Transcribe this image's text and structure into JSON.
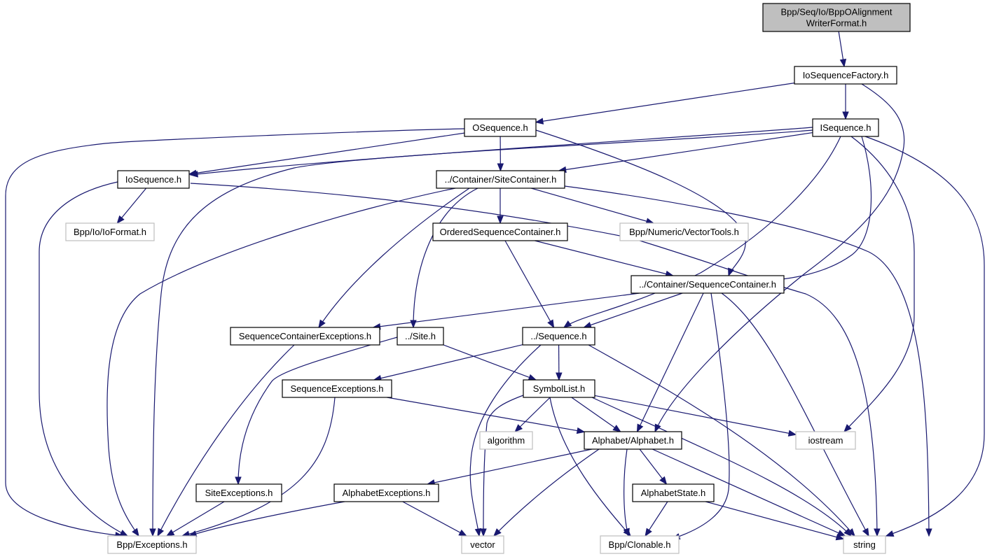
{
  "diagram": {
    "type": "include-dependency-graph",
    "colors": {
      "edge": "#191970",
      "root_fill": "#bfbfbf",
      "local_border": "#000000",
      "external_border": "#bfbfbf"
    },
    "nodes": [
      {
        "id": "root",
        "lines": [
          "Bpp/Seq/Io/BppOAlignment",
          "WriterFormat.h"
        ],
        "kind": "root"
      },
      {
        "id": "iosequencefactory",
        "lines": [
          "IoSequenceFactory.h"
        ],
        "kind": "local"
      },
      {
        "id": "osequence",
        "lines": [
          "OSequence.h"
        ],
        "kind": "local"
      },
      {
        "id": "isequence",
        "lines": [
          "ISequence.h"
        ],
        "kind": "local"
      },
      {
        "id": "iosequence",
        "lines": [
          "IoSequence.h"
        ],
        "kind": "local"
      },
      {
        "id": "sitecontainer",
        "lines": [
          "../Container/SiteContainer.h"
        ],
        "kind": "local"
      },
      {
        "id": "ioformat",
        "lines": [
          "Bpp/Io/IoFormat.h"
        ],
        "kind": "external"
      },
      {
        "id": "orderedsequencecontainer",
        "lines": [
          "OrderedSequenceContainer.h"
        ],
        "kind": "local"
      },
      {
        "id": "vectortools",
        "lines": [
          "Bpp/Numeric/VectorTools.h"
        ],
        "kind": "external"
      },
      {
        "id": "sequencecontainer",
        "lines": [
          "../Container/SequenceContainer.h"
        ],
        "kind": "local"
      },
      {
        "id": "sequencecontainerexceptions",
        "lines": [
          "SequenceContainerExceptions.h"
        ],
        "kind": "local"
      },
      {
        "id": "site",
        "lines": [
          "../Site.h"
        ],
        "kind": "local"
      },
      {
        "id": "sequence",
        "lines": [
          "../Sequence.h"
        ],
        "kind": "local"
      },
      {
        "id": "sequenceexceptions",
        "lines": [
          "SequenceExceptions.h"
        ],
        "kind": "local"
      },
      {
        "id": "symbollist",
        "lines": [
          "SymbolList.h"
        ],
        "kind": "local"
      },
      {
        "id": "algorithm",
        "lines": [
          "algorithm"
        ],
        "kind": "external"
      },
      {
        "id": "alphabet",
        "lines": [
          "Alphabet/Alphabet.h"
        ],
        "kind": "local"
      },
      {
        "id": "iostream",
        "lines": [
          "iostream"
        ],
        "kind": "external"
      },
      {
        "id": "siteexceptions",
        "lines": [
          "SiteExceptions.h"
        ],
        "kind": "local"
      },
      {
        "id": "alphabetexceptions",
        "lines": [
          "AlphabetExceptions.h"
        ],
        "kind": "local"
      },
      {
        "id": "alphabetstate",
        "lines": [
          "AlphabetState.h"
        ],
        "kind": "local"
      },
      {
        "id": "exceptions",
        "lines": [
          "Bpp/Exceptions.h"
        ],
        "kind": "external"
      },
      {
        "id": "vector",
        "lines": [
          "vector"
        ],
        "kind": "external"
      },
      {
        "id": "clonable",
        "lines": [
          "Bpp/Clonable.h"
        ],
        "kind": "external"
      },
      {
        "id": "string",
        "lines": [
          "string"
        ],
        "kind": "external"
      }
    ],
    "edges": [
      [
        "root",
        "iosequencefactory"
      ],
      [
        "iosequencefactory",
        "osequence"
      ],
      [
        "iosequencefactory",
        "isequence"
      ],
      [
        "iosequencefactory",
        "alphabet"
      ],
      [
        "osequence",
        "iosequence"
      ],
      [
        "osequence",
        "sitecontainer"
      ],
      [
        "osequence",
        "sequencecontainer"
      ],
      [
        "osequence",
        "exceptions"
      ],
      [
        "isequence",
        "iosequence"
      ],
      [
        "isequence",
        "sitecontainer"
      ],
      [
        "isequence",
        "sequencecontainer"
      ],
      [
        "isequence",
        "sequence"
      ],
      [
        "isequence",
        "exceptions"
      ],
      [
        "isequence",
        "iostream"
      ],
      [
        "isequence",
        "string"
      ],
      [
        "iosequence",
        "ioformat"
      ],
      [
        "iosequence",
        "exceptions"
      ],
      [
        "iosequence",
        "string"
      ],
      [
        "sitecontainer",
        "orderedsequencecontainer"
      ],
      [
        "sitecontainer",
        "vectortools"
      ],
      [
        "sitecontainer",
        "sequencecontainerexceptions"
      ],
      [
        "sitecontainer",
        "site"
      ],
      [
        "sitecontainer",
        "exceptions"
      ],
      [
        "sitecontainer",
        "string"
      ],
      [
        "orderedsequencecontainer",
        "sequencecontainer"
      ],
      [
        "orderedsequencecontainer",
        "sequence"
      ],
      [
        "sequencecontainer",
        "sequencecontainerexceptions"
      ],
      [
        "sequencecontainer",
        "sequence"
      ],
      [
        "sequencecontainer",
        "alphabet"
      ],
      [
        "sequencecontainer",
        "clonable"
      ],
      [
        "sequencecontainer",
        "string"
      ],
      [
        "sequencecontainerexceptions",
        "exceptions"
      ],
      [
        "site",
        "symbollist"
      ],
      [
        "site",
        "siteexceptions"
      ],
      [
        "sequence",
        "sequenceexceptions"
      ],
      [
        "sequence",
        "symbollist"
      ],
      [
        "sequence",
        "vector"
      ],
      [
        "sequence",
        "string"
      ],
      [
        "sequenceexceptions",
        "alphabet"
      ],
      [
        "sequenceexceptions",
        "exceptions"
      ],
      [
        "symbollist",
        "algorithm"
      ],
      [
        "symbollist",
        "alphabet"
      ],
      [
        "symbollist",
        "iostream"
      ],
      [
        "symbollist",
        "vector"
      ],
      [
        "symbollist",
        "clonable"
      ],
      [
        "symbollist",
        "string"
      ],
      [
        "alphabet",
        "alphabetexceptions"
      ],
      [
        "alphabet",
        "alphabetstate"
      ],
      [
        "alphabet",
        "vector"
      ],
      [
        "alphabet",
        "clonable"
      ],
      [
        "alphabet",
        "string"
      ],
      [
        "siteexceptions",
        "exceptions"
      ],
      [
        "alphabetexceptions",
        "exceptions"
      ],
      [
        "alphabetexceptions",
        "vector"
      ],
      [
        "alphabetstate",
        "clonable"
      ],
      [
        "alphabetstate",
        "string"
      ]
    ]
  }
}
